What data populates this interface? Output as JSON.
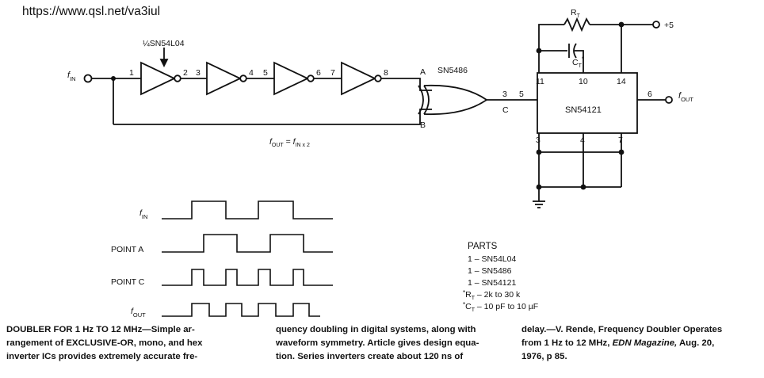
{
  "url_label": "https://www.qsl.net/va3iul",
  "circuit": {
    "inverter_label": "¼SN54L04",
    "xor_label": "SN5486",
    "mono_label": "SN54121",
    "input_label": "f",
    "input_sub": "IN",
    "output_label": "f",
    "output_sub": "OUT",
    "supply_label": "+5",
    "rt_label": "R",
    "rt_sub": "T",
    "ct_label": "C",
    "ct_sub": "T",
    "ct_star": "*",
    "relation_lhs": "f",
    "relation_lhs_sub": "OUT",
    "relation_eq": " = ",
    "relation_rhs": "f",
    "relation_rhs_sub": "IN x 2",
    "pins": {
      "inv1_in": "1",
      "inv1_out": "2",
      "inv2_in": "3",
      "inv2_out": "4",
      "inv3_in": "5",
      "inv3_out": "6",
      "inv4_in": "7",
      "inv4_out": "8",
      "xor_out": "3",
      "xor_out_node": "C",
      "xor_in_a": "A",
      "xor_in_b": "B",
      "mono_11": "11",
      "mono_10": "10",
      "mono_14": "14",
      "mono_5": "5",
      "mono_6": "6",
      "mono_3": "3",
      "mono_4": "4",
      "mono_7": "7"
    }
  },
  "waveforms": {
    "labels": [
      {
        "text": "f",
        "sub": "IN"
      },
      {
        "text": "POINT A",
        "sub": ""
      },
      {
        "text": "POINT C",
        "sub": ""
      },
      {
        "text": "f",
        "sub": "OUT"
      }
    ]
  },
  "parts": {
    "title": "PARTS",
    "lines": [
      "1 – SN54L04",
      "1 – SN5486",
      "1 – SN54121"
    ],
    "rt_line": {
      "star": "*",
      "sym": "R",
      "sub": "T",
      "text": " – 2k to 30 k"
    },
    "ct_line": {
      "star": "*",
      "sym": "C",
      "sub": "T",
      "text": " – 10 pF to 10 µF"
    }
  },
  "caption": {
    "col1": [
      "DOUBLER FOR 1 Hz TO 12 MHz—Simple ar-",
      "rangement of EXCLUSIVE-OR, mono, and hex",
      "inverter ICs provides extremely accurate fre-"
    ],
    "col2": [
      "quency doubling in digital systems, along with",
      "waveform symmetry. Article gives design equa-",
      "tion. Series inverters create about 120 ns of"
    ],
    "col3_line1": "delay.—V. Rende, Frequency Doubler Operates",
    "col3_line2_a": "from 1 Hz to 12 MHz, ",
    "col3_line2_em": "EDN Magazine,",
    "col3_line2_b": " Aug. 20,",
    "col3_line3": "1976, p 85."
  }
}
